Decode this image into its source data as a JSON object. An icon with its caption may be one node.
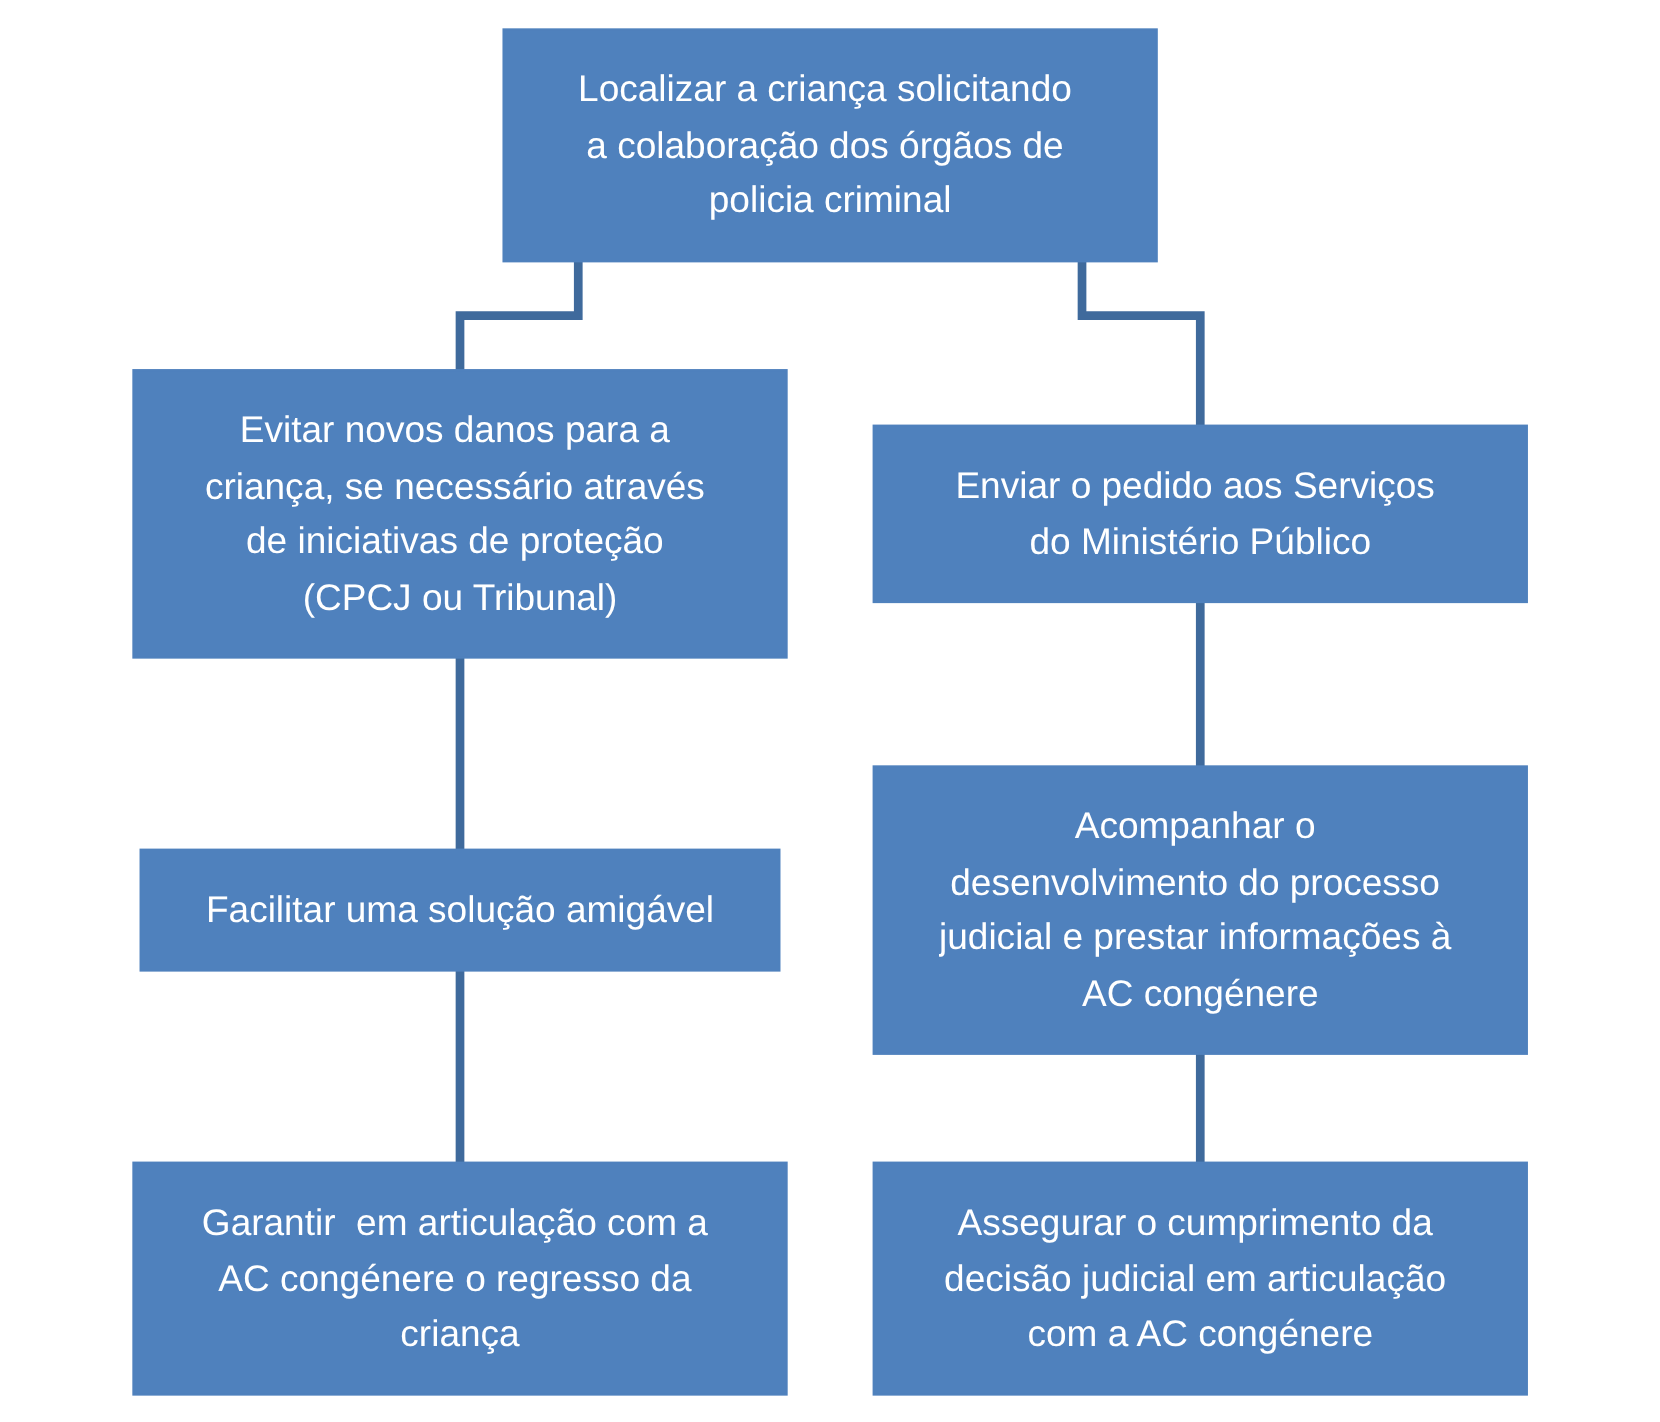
{
  "diagram": {
    "nodes": [
      {
        "text": [
          "Localizar a criança solicitando a colaboração dos órgãos de policia criminal"
        ]
      },
      {
        "text": [
          "Evitar novos danos para a criança, se necessário através de iniciativas de proteção (CPCJ ou Tribunal)"
        ]
      },
      {
        "text": [
          "Enviar o pedido aos Serviços do Ministério Público"
        ]
      },
      {
        "text": [
          "Facilitar uma solução amigável"
        ]
      },
      {
        "text": [
          "Acompanhar o desenvolvimento do processo judicial e prestar informações à AC congénere"
        ]
      },
      {
        "text": [
          "Garantir  em articulação com a AC congénere o regresso da criança"
        ]
      },
      {
        "text": [
          "Assegurar o cumprimento da decisão judicial em articulação com a AC congénere"
        ]
      }
    ],
    "edges": [
      {
        "from": 0,
        "to": 1,
        "arrow": "none"
      },
      {
        "from": 0,
        "to": 2,
        "arrow": "none"
      },
      {
        "from": 1,
        "to": 3,
        "arrow": "none"
      },
      {
        "from": 2,
        "to": 4,
        "arrow": "none"
      },
      {
        "from": 3,
        "to": 5,
        "arrow": "none"
      },
      {
        "from": 4,
        "to": 6,
        "arrow": "none"
      }
    ]
  }
}
